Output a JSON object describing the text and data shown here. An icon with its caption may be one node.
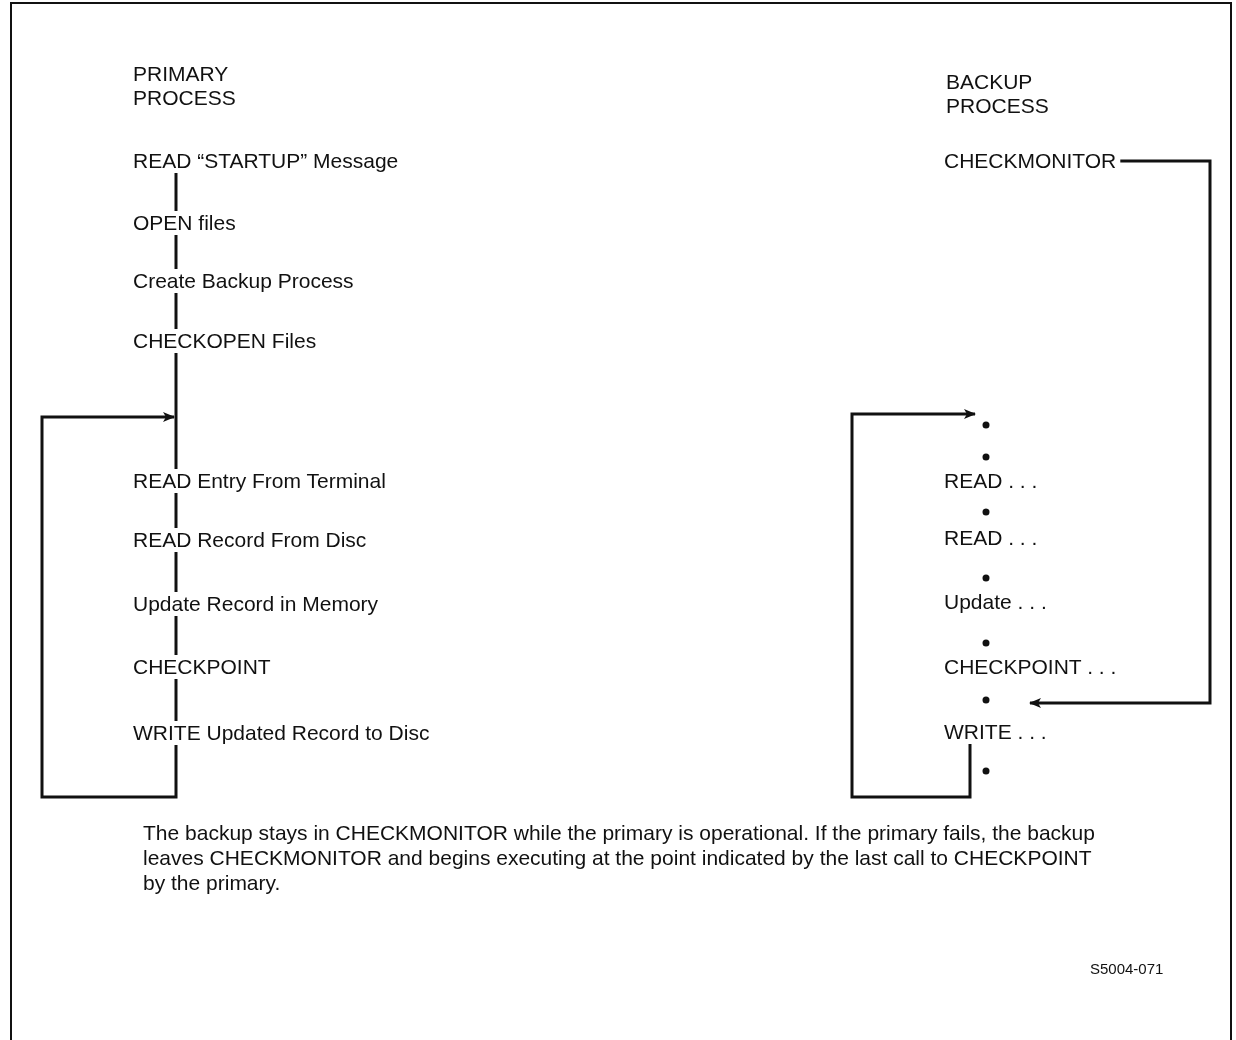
{
  "diagram": {
    "caption": "The backup stays in CHECKMONITOR while the primary is operational. If the primary fails, the backup leaves CHECKMONITOR and begins executing at the point indicated by the last call to CHECKPOINT by the primary.",
    "nodes": [
      {
        "text": [
          "READ “STARTUP” Message"
        ]
      },
      {
        "text": [
          "OPEN files"
        ]
      },
      {
        "text": [
          "Create Backup Process"
        ]
      },
      {
        "text": [
          "CHECKOPEN Files"
        ]
      },
      {
        "text": [
          "READ Entry From Terminal"
        ]
      },
      {
        "text": [
          "READ Record From Disc"
        ]
      },
      {
        "text": [
          "Update Record in Memory"
        ]
      },
      {
        "text": [
          "CHECKPOINT"
        ]
      },
      {
        "text": [
          "WRITE Updated Record to Disc"
        ]
      },
      {
        "text": [
          "CHECKMONITOR"
        ]
      },
      {
        "text": [
          "READ . . ."
        ]
      },
      {
        "text": [
          "READ . . ."
        ]
      },
      {
        "text": [
          "Update . . ."
        ]
      },
      {
        "text": [
          "CHECKPOINT . . ."
        ]
      },
      {
        "text": [
          "WRITE . . ."
        ]
      }
    ],
    "edges": [
      {
        "from": 0,
        "to": 1,
        "arrow": "none"
      },
      {
        "from": 1,
        "to": 2,
        "arrow": "none"
      },
      {
        "from": 2,
        "to": 3,
        "arrow": "none"
      },
      {
        "from": 3,
        "to": 4,
        "arrow": "none"
      },
      {
        "from": 4,
        "to": 5,
        "arrow": "none"
      },
      {
        "from": 5,
        "to": 6,
        "arrow": "none"
      },
      {
        "from": 6,
        "to": 7,
        "arrow": "none"
      },
      {
        "from": 7,
        "to": 8,
        "arrow": "none"
      },
      {
        "from": 8,
        "to": 4,
        "arrow": "to"
      },
      {
        "from": 9,
        "to": 14,
        "arrow": "to"
      },
      {
        "from": 14,
        "to": 10,
        "arrow": "to"
      }
    ],
    "labels": [
      "PRIMARY PROCESS",
      "BACKUP PROCESS",
      "S5004-071"
    ]
  }
}
